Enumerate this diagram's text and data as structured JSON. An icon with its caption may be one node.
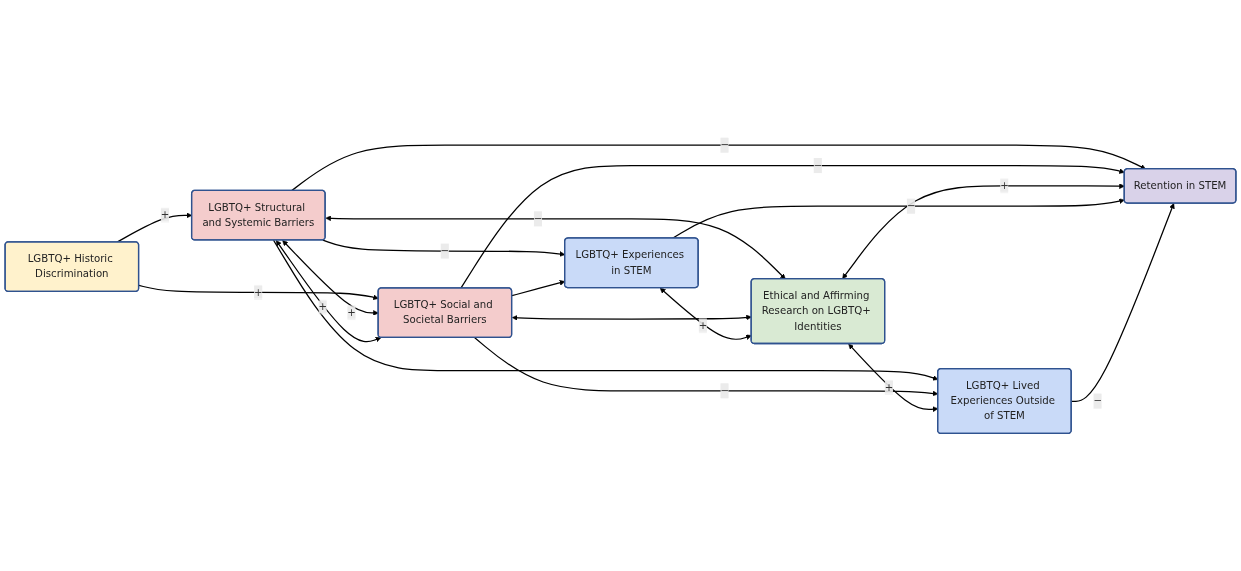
{
  "diagram": {
    "nodes": [
      {
        "text": [
          "LGBTQ+ Historic Discrimination"
        ]
      },
      {
        "text": [
          "LGBTQ+ Structural and Systemic Barriers"
        ]
      },
      {
        "text": [
          "LGBTQ+ Social and Societal Barriers"
        ]
      },
      {
        "text": [
          "LGBTQ+ Experiences in STEM"
        ]
      },
      {
        "text": [
          "Ethical and Affirming Research on LGBTQ+ Identities"
        ]
      },
      {
        "text": [
          "LGBTQ+ Lived Experiences Outside of STEM"
        ]
      },
      {
        "text": [
          "Retention in STEM"
        ]
      }
    ],
    "edges": [
      {
        "from": 0,
        "to": 1,
        "arrow": "to",
        "label": "+"
      },
      {
        "from": 0,
        "to": 2,
        "arrow": "to",
        "label": "+"
      },
      {
        "from": 1,
        "to": 2,
        "arrow": "both",
        "label": "+"
      },
      {
        "from": 1,
        "to": 2,
        "arrow": "both",
        "label": "+"
      },
      {
        "from": 1,
        "to": 4,
        "arrow": "both",
        "label": "−"
      },
      {
        "from": 2,
        "to": 4,
        "arrow": "both"
      },
      {
        "from": 1,
        "to": 3,
        "arrow": "to",
        "label": "−"
      },
      {
        "from": 1,
        "to": 5,
        "arrow": "to"
      },
      {
        "from": 2,
        "to": 3,
        "arrow": "to"
      },
      {
        "from": 2,
        "to": 5,
        "arrow": "to",
        "label": "−"
      },
      {
        "from": 1,
        "to": 6,
        "arrow": "to",
        "label": "−"
      },
      {
        "from": 2,
        "to": 6,
        "arrow": "to",
        "label": "−"
      },
      {
        "from": 3,
        "to": 4,
        "arrow": "both",
        "label": "+"
      },
      {
        "from": 4,
        "to": 5,
        "arrow": "both",
        "label": "+"
      },
      {
        "from": 4,
        "to": 6,
        "arrow": "both",
        "label": "+"
      },
      {
        "from": 3,
        "to": 6,
        "arrow": "to",
        "label": "−"
      },
      {
        "from": 5,
        "to": 6,
        "arrow": "to",
        "label": "−"
      }
    ]
  }
}
